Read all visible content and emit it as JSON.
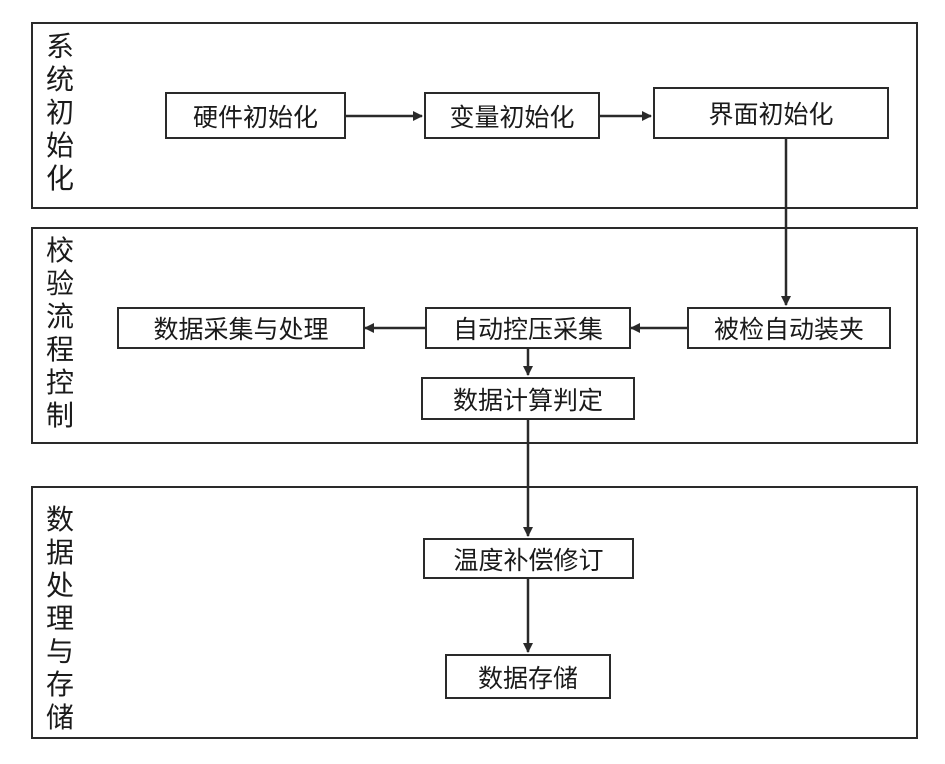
{
  "sections": {
    "init": {
      "label": "系\n统\n初\n始\n化"
    },
    "flow": {
      "label": "校\n验\n流\n程\n控\n制"
    },
    "data": {
      "label": "数\n据\n处\n理\n与\n存\n储"
    }
  },
  "nodes": {
    "hardware_init": "硬件初始化",
    "variable_init": "变量初始化",
    "ui_init": "界面初始化",
    "auto_clamp": "被检自动装夹",
    "auto_pressure": "自动控压采集",
    "data_acq": "数据采集与处理",
    "data_calc": "数据计算判定",
    "temp_comp": "温度补偿修订",
    "data_store": "数据存储"
  }
}
